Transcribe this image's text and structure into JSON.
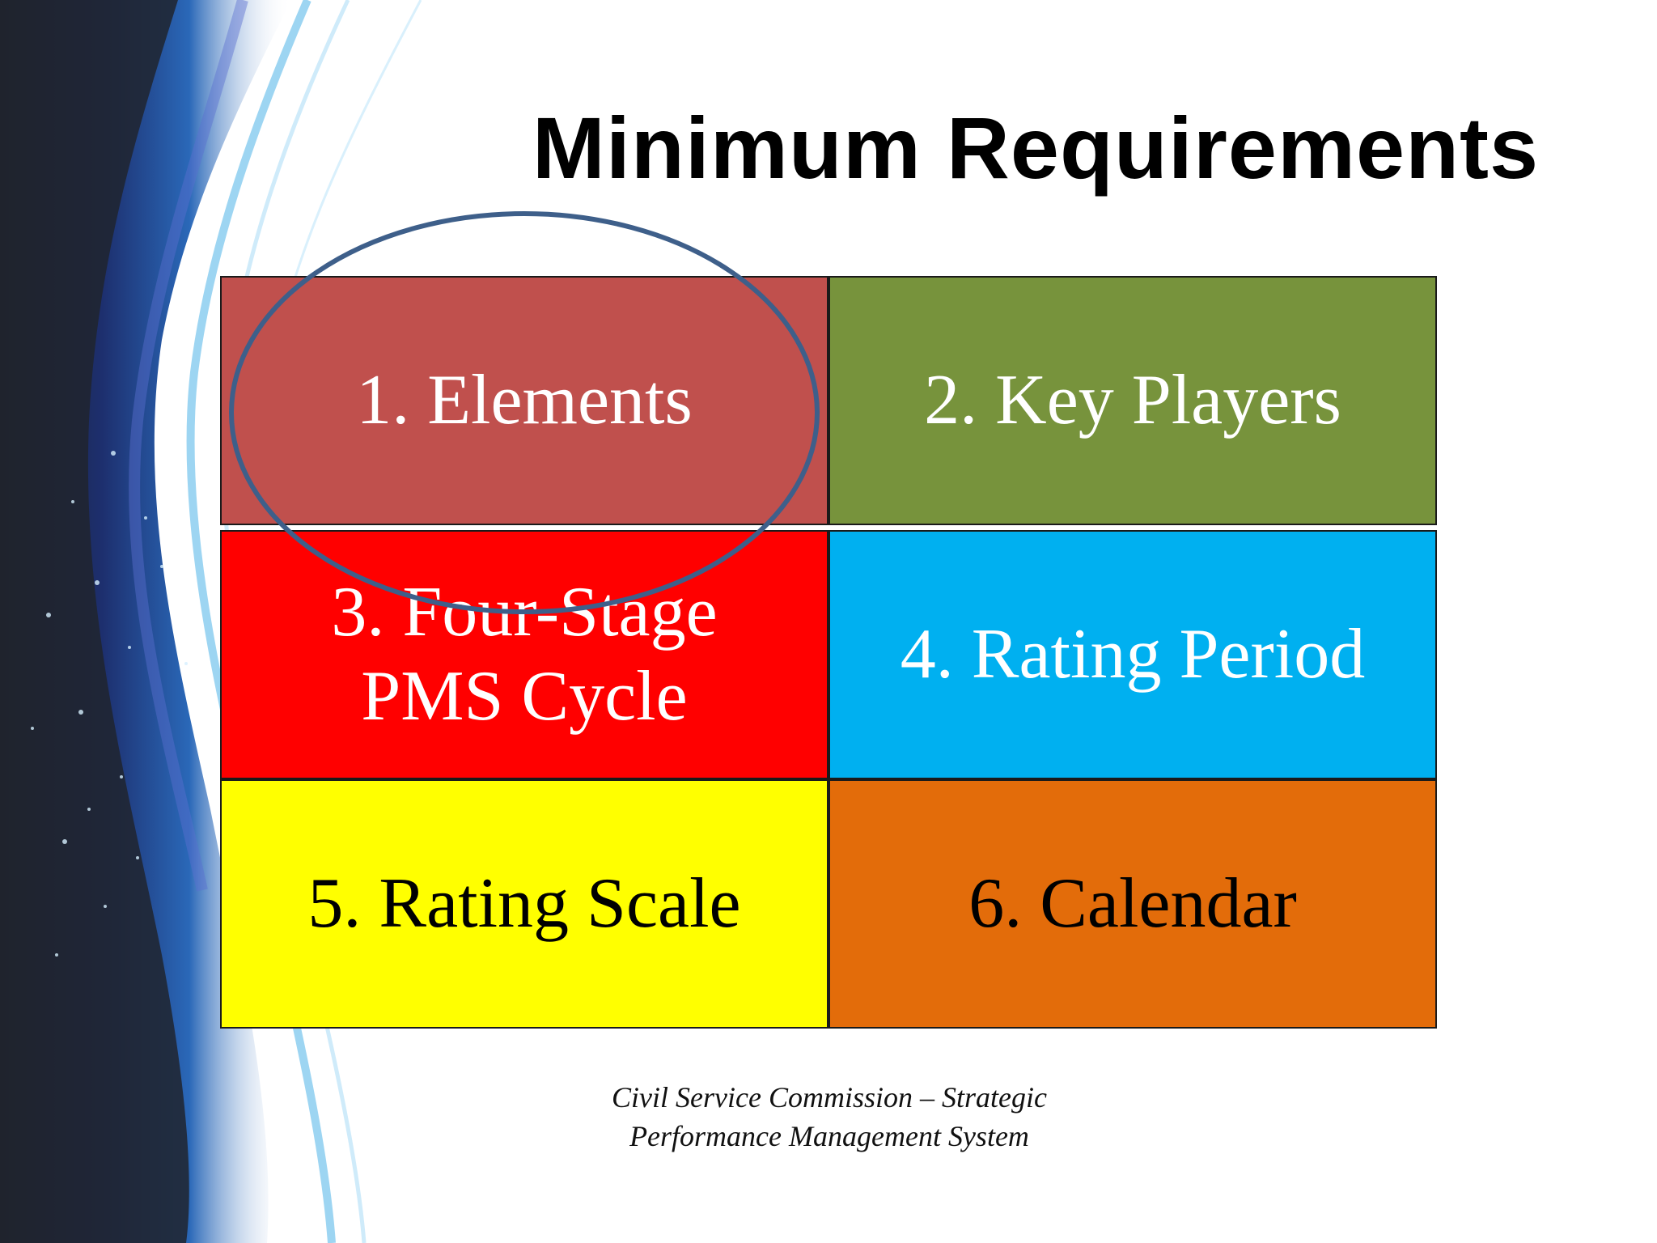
{
  "title": "Minimum Requirements",
  "colors": {
    "cell1": "#c0504d",
    "cell2": "#77933c",
    "cell3": "#ff0000",
    "cell4": "#00b0f0",
    "cell5": "#ffff00",
    "cell6": "#e36c0a",
    "highlight_ellipse": "#3e5f8a"
  },
  "cells": [
    {
      "label": "1. Elements",
      "text_color": "#ffffff"
    },
    {
      "label": "2. Key Players",
      "text_color": "#ffffff"
    },
    {
      "line1": "3. Four-Stage",
      "line2": "PMS Cycle",
      "text_color": "#ffffff"
    },
    {
      "label": "4. Rating Period",
      "text_color": "#ffffff"
    },
    {
      "label": "5. Rating Scale",
      "text_color": "#000000"
    },
    {
      "label": "6. Calendar",
      "text_color": "#000000"
    }
  ],
  "footer": {
    "line1": "Civil Service Commission – Strategic",
    "line2": "Performance Management System"
  }
}
